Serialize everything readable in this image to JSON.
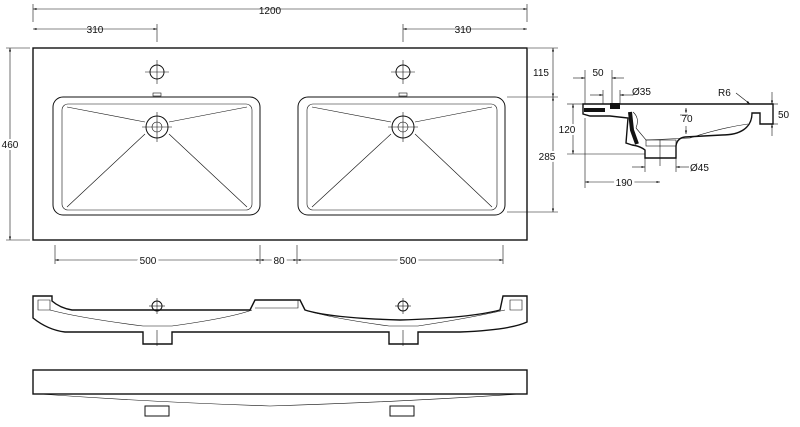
{
  "drawing": {
    "top_view": {
      "overall_width": "1200",
      "overall_depth": "460",
      "tap_offset_left": "310",
      "tap_offset_right": "310",
      "basin_width_left": "500",
      "basin_gap": "80",
      "basin_width_right": "500"
    },
    "section_view": {
      "edge_to_tap": "50",
      "tap_hole": "Ø35",
      "corner_radius": "R6",
      "rim_height": "50",
      "tap_depth": "115",
      "bowl_height": "120",
      "bowl_depth": "70",
      "total_depth": "285",
      "drain_offset": "190",
      "drain": "Ø45"
    }
  }
}
